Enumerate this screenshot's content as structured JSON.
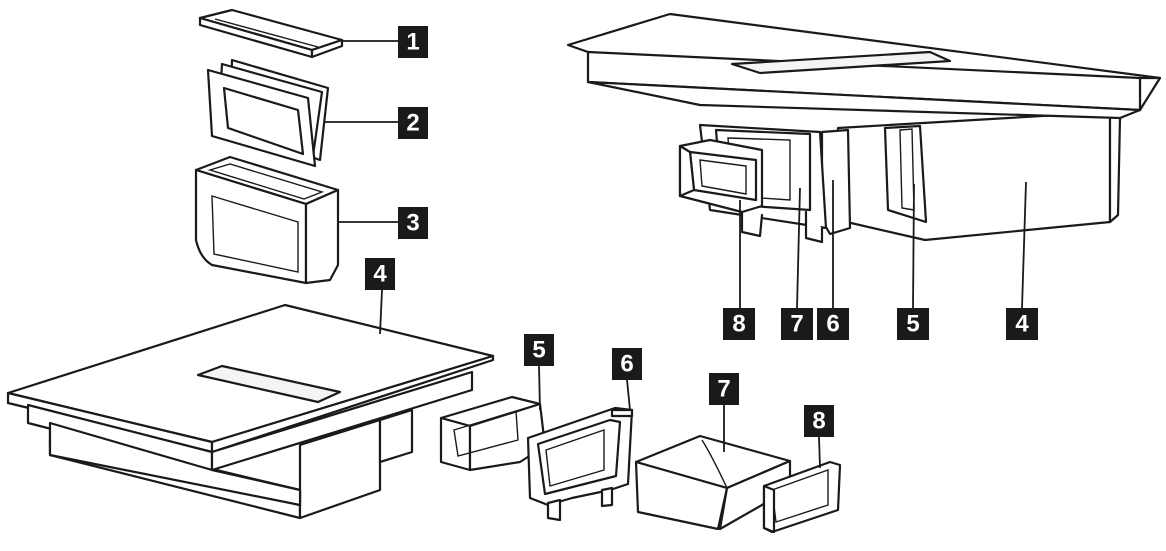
{
  "colors": {
    "line": "#1a1a1a",
    "badge": "#1a1a1a",
    "badge_text": "#ffffff",
    "background": "#ffffff"
  },
  "labels": {
    "left_1": "1",
    "left_2": "2",
    "left_3": "3",
    "left_4": "4",
    "left_5": "5",
    "left_6": "6",
    "left_7": "7",
    "left_8": "8",
    "right_8": "8",
    "right_7": "7",
    "right_6": "6",
    "right_5": "5",
    "right_4": "4"
  }
}
